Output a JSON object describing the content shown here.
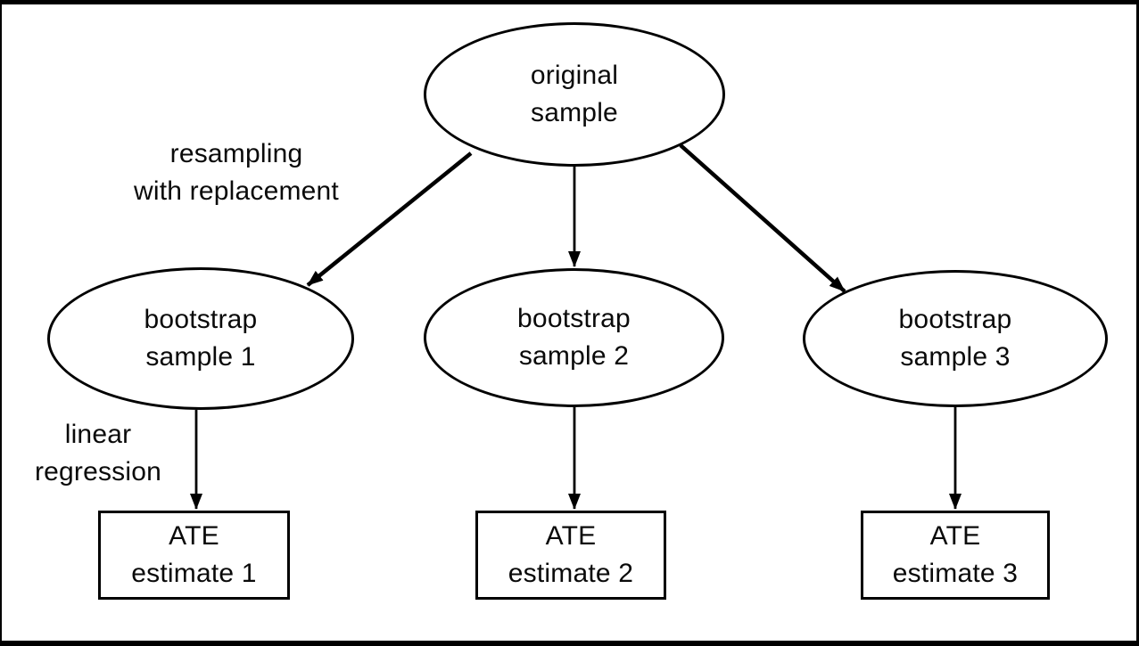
{
  "diagram": {
    "title_implicit": "bootstrap resampling flowchart",
    "colors": {
      "background": "#ffffff",
      "stroke": "#000000",
      "text": "#0a0a0a"
    },
    "nodes": {
      "original": {
        "shape": "ellipse",
        "label": "original\nsample"
      },
      "bootstrap1": {
        "shape": "ellipse",
        "label": "bootstrap\nsample 1"
      },
      "bootstrap2": {
        "shape": "ellipse",
        "label": "bootstrap\nsample 2"
      },
      "bootstrap3": {
        "shape": "ellipse",
        "label": "bootstrap\nsample 3"
      },
      "ate1": {
        "shape": "rectangle",
        "label": "ATE\nestimate 1"
      },
      "ate2": {
        "shape": "rectangle",
        "label": "ATE\nestimate 2"
      },
      "ate3": {
        "shape": "rectangle",
        "label": "ATE\nestimate 3"
      }
    },
    "edge_labels": {
      "resampling": "resampling\nwith replacement",
      "linear_regression": "linear\nregression"
    },
    "edges": [
      {
        "from": "original",
        "to": "bootstrap1",
        "label": "resampling with replacement"
      },
      {
        "from": "original",
        "to": "bootstrap2",
        "label": ""
      },
      {
        "from": "original",
        "to": "bootstrap3",
        "label": ""
      },
      {
        "from": "bootstrap1",
        "to": "ate1",
        "label": "linear regression"
      },
      {
        "from": "bootstrap2",
        "to": "ate2",
        "label": ""
      },
      {
        "from": "bootstrap3",
        "to": "ate3",
        "label": ""
      }
    ]
  }
}
